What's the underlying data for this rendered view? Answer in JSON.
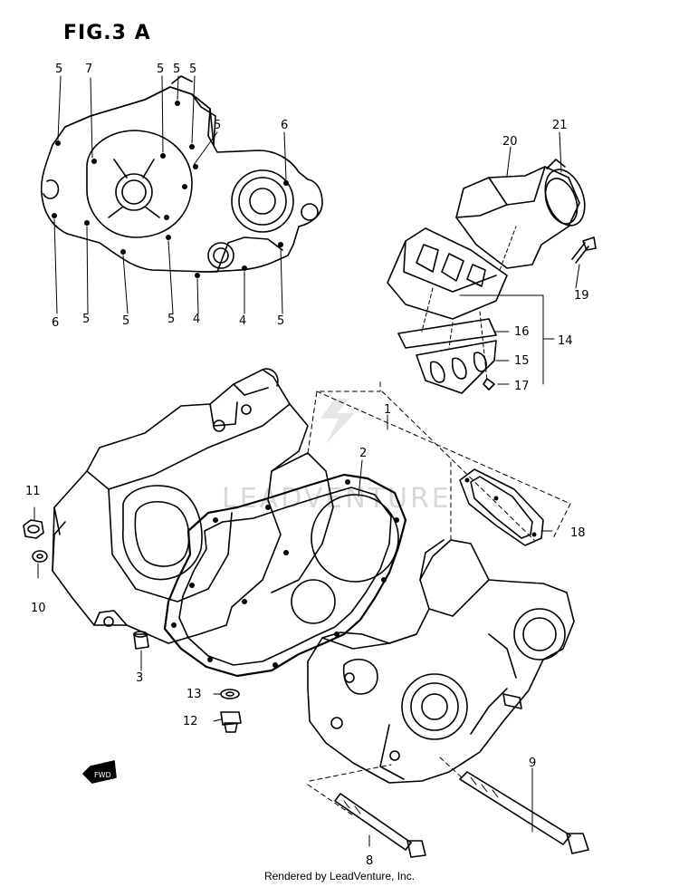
{
  "figure": {
    "title": "FIG.3 A"
  },
  "watermark": {
    "text": "LEADVENTURE"
  },
  "footer": {
    "text": "Rendered by LeadVenture, Inc."
  },
  "direction_badge": {
    "text": "FWD"
  },
  "callouts": {
    "top_row": [
      "5",
      "7",
      "5",
      "5",
      "5",
      "5",
      "6"
    ],
    "bottom_row": [
      "6",
      "5",
      "5",
      "5",
      "4",
      "4",
      "5"
    ],
    "intake": [
      "21",
      "20",
      "19",
      "16",
      "15",
      "14",
      "17"
    ],
    "main": [
      "1",
      "2",
      "11",
      "10",
      "3",
      "13",
      "12",
      "18",
      "9",
      "8"
    ]
  }
}
